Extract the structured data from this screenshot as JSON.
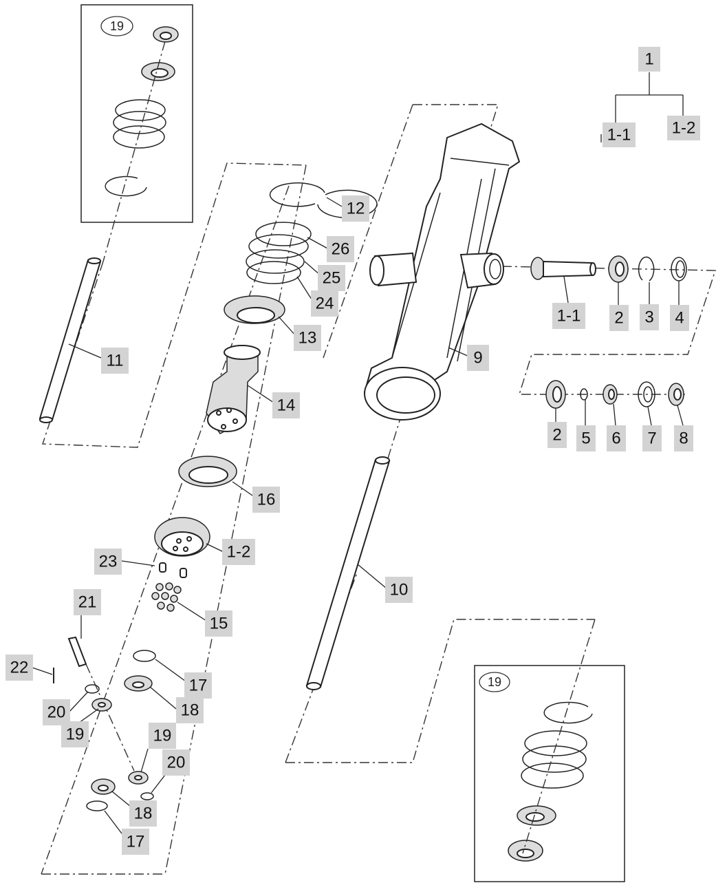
{
  "tree": {
    "root": "1",
    "left": "1-1",
    "right": "1-2"
  },
  "insets": {
    "top_left": "19",
    "bottom_right": "19"
  },
  "callouts": {
    "c11": "11",
    "c12": "12",
    "c26": "26",
    "c25": "25",
    "c24": "24",
    "c13": "13",
    "c14": "14",
    "c16": "16",
    "c1_2": "1-2",
    "c23": "23",
    "c15": "15",
    "c21": "21",
    "c22": "22",
    "c17a": "17",
    "c18a": "18",
    "c20a": "20",
    "c19a": "19",
    "c19b": "19",
    "c20b": "20",
    "c18b": "18",
    "c17b": "17",
    "c9": "9",
    "c10": "10",
    "c1_1": "1-1",
    "c2a": "2",
    "c3": "3",
    "c4": "4",
    "c2b": "2",
    "c5": "5",
    "c6": "6",
    "c7": "7",
    "c8": "8"
  }
}
